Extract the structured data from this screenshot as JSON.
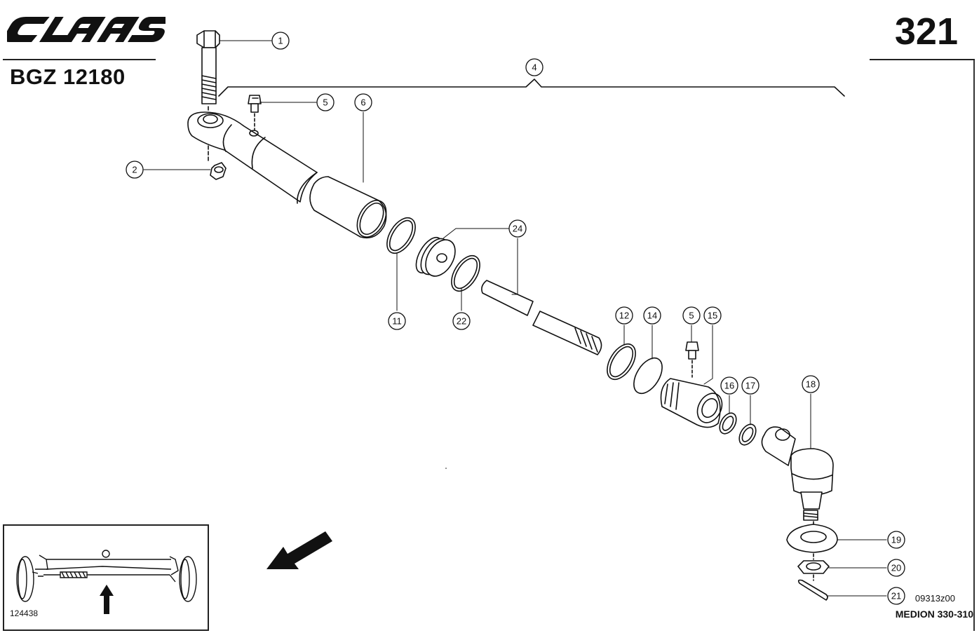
{
  "header": {
    "brand": "CLAAS",
    "model_code": "BGZ 12180",
    "page_number": "321"
  },
  "callouts": [
    "1",
    "2",
    "4",
    "5",
    "6",
    "11",
    "22",
    "24",
    "12",
    "14",
    "5",
    "15",
    "16",
    "17",
    "18",
    "19",
    "20",
    "21"
  ],
  "footer": {
    "inset_ref": "124438",
    "drawing_code": "09313z00",
    "machine": "MEDION 330-310"
  }
}
